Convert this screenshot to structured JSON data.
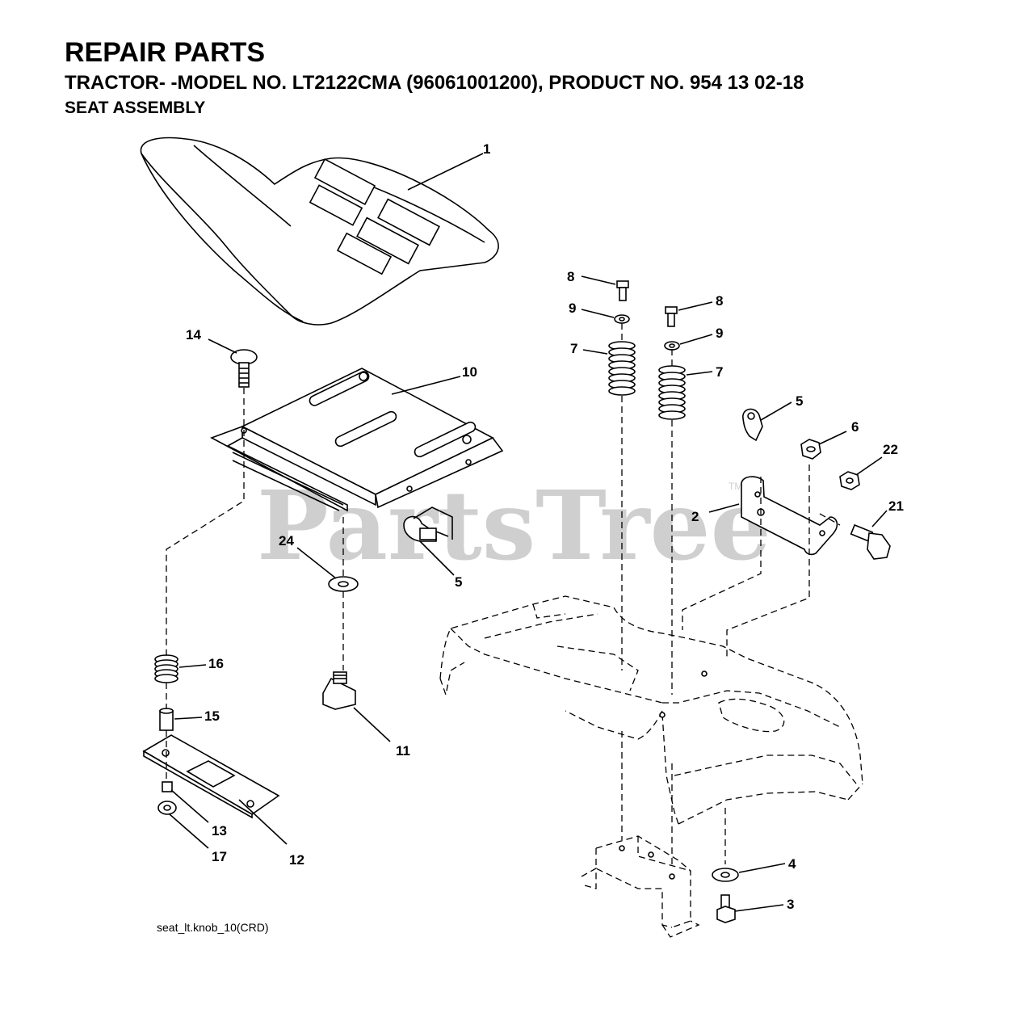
{
  "header": {
    "title": "REPAIR PARTS",
    "subtitle": "TRACTOR- -MODEL NO. LT2122CMA (96061001200), PRODUCT NO. 954 13 02-18",
    "section": "SEAT ASSEMBLY"
  },
  "watermark": {
    "text": "PartsTree",
    "tm": "TM"
  },
  "footer": {
    "filename": "seat_lt.knob_10(CRD)"
  },
  "callouts": {
    "c1": "1",
    "c2": "2",
    "c3": "3",
    "c4": "4",
    "c5a": "5",
    "c5b": "5",
    "c6": "6",
    "c7a": "7",
    "c7b": "7",
    "c8a": "8",
    "c8b": "8",
    "c9a": "9",
    "c9b": "9",
    "c10": "10",
    "c11": "11",
    "c12": "12",
    "c13": "13",
    "c14": "14",
    "c15": "15",
    "c16": "16",
    "c17": "17",
    "c21": "21",
    "c22": "22",
    "c24": "24"
  }
}
